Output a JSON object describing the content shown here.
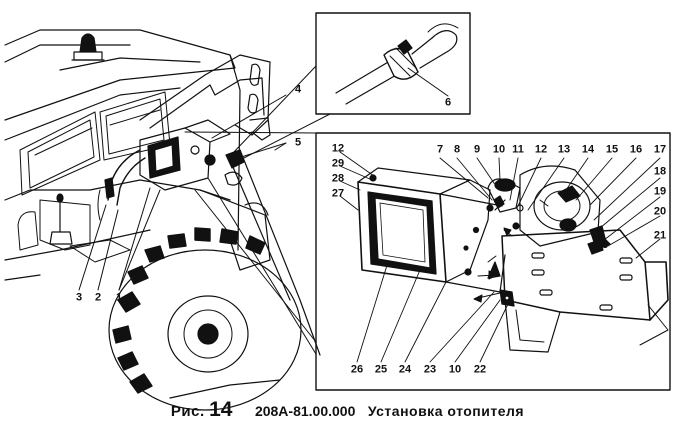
{
  "caption": {
    "figure_prefix": "Рис.",
    "figure_number": "14",
    "drawing_code": "208А-81.00.000",
    "title": "Установка отопителя"
  },
  "callouts": {
    "c1": "1",
    "c2": "2",
    "c3": "3",
    "c4": "4",
    "c5": "5",
    "c6": "6",
    "c7": "7",
    "c8": "8",
    "c9": "9",
    "c10a": "10",
    "c10b": "10",
    "c11": "11",
    "c12a": "12",
    "c12b": "12",
    "c13": "13",
    "c14": "14",
    "c15": "15",
    "c16": "16",
    "c17": "17",
    "c18": "18",
    "c19": "19",
    "c20": "20",
    "c21": "21",
    "c22": "22",
    "c23": "23",
    "c24": "24",
    "c25": "25",
    "c26": "26",
    "c27": "27",
    "c28": "28",
    "c29": "29"
  }
}
